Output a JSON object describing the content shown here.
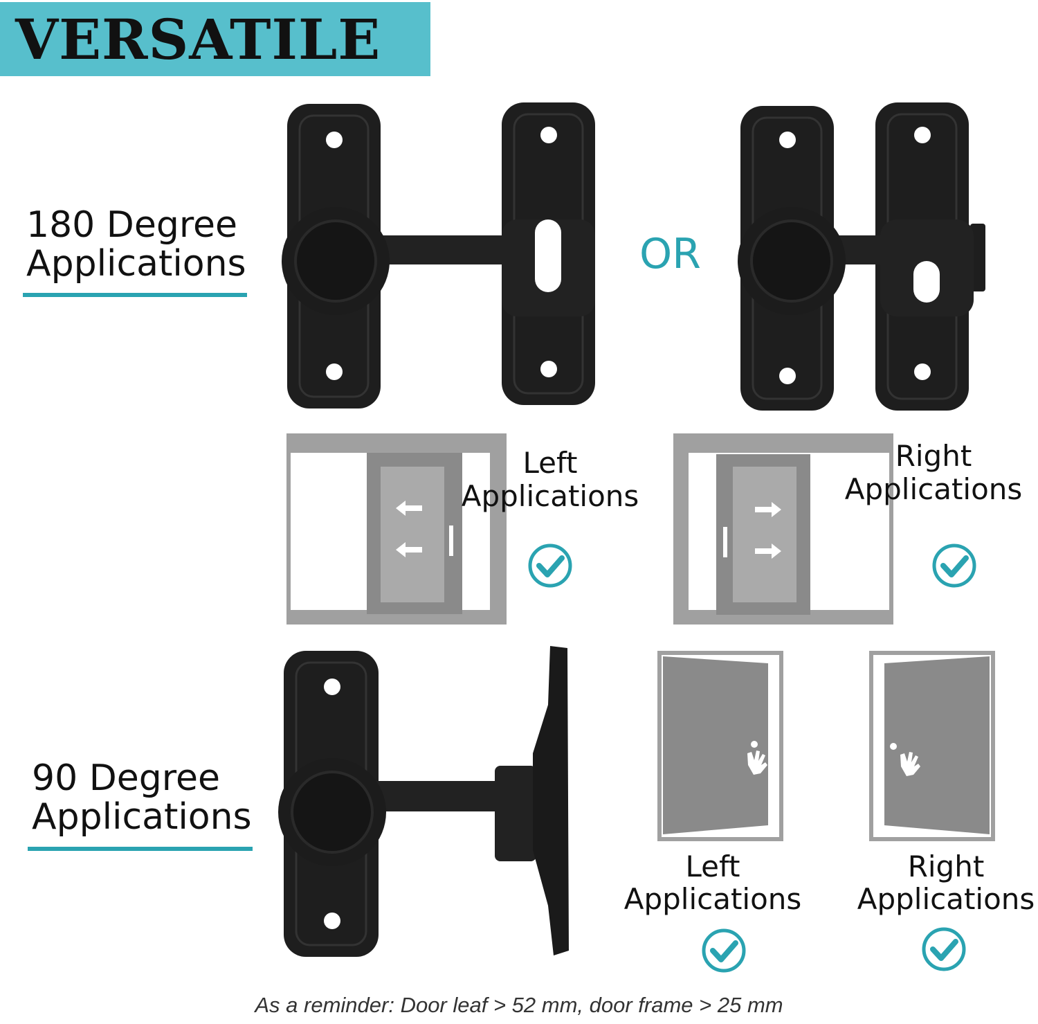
{
  "header": {
    "title": "VERSATILE"
  },
  "section_180": {
    "label_line1": "180 Degree",
    "label_line2": "Applications",
    "or_text": "OR",
    "left": {
      "line1": "Left",
      "line2": "Applications"
    },
    "right": {
      "line1": "Right",
      "line2": "Applications"
    }
  },
  "section_90": {
    "label_line1": "90 Degree",
    "label_line2": "Applications",
    "left": {
      "line1": "Left",
      "line2": "Applications"
    },
    "right": {
      "line1": "Right",
      "line2": "Applications"
    }
  },
  "footer": {
    "reminder": "As a reminder: Door leaf > 52 mm, door frame > 25 mm"
  },
  "colors": {
    "accent": "#57bfcc",
    "teal": "#2aa3b1",
    "latch": "#1e1e1e",
    "door_gray": "#8a8a8a"
  },
  "icons": [
    "check-circle-icon",
    "arrow-left-icon",
    "arrow-right-icon",
    "hand-icon"
  ]
}
